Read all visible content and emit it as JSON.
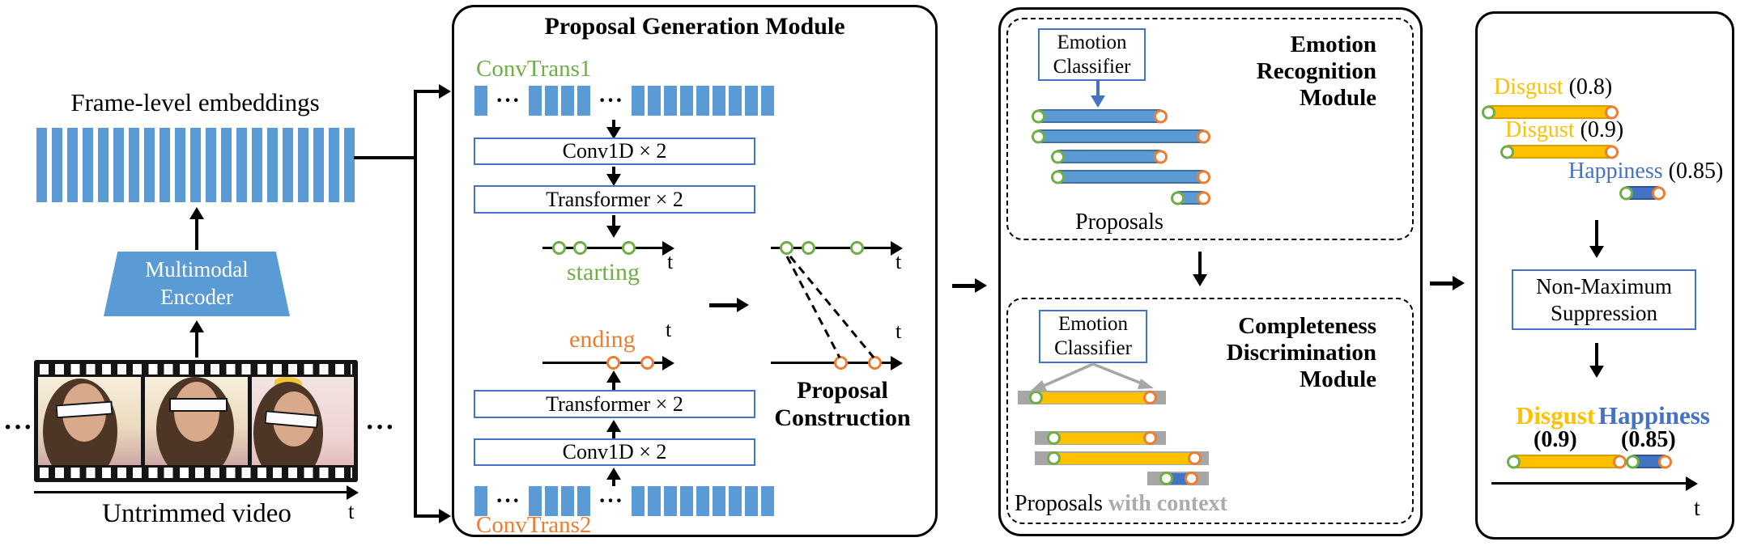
{
  "figure": {
    "type": "model-architecture-diagram"
  },
  "colors": {
    "bar_blue": "#5B9BD5",
    "dark_blue": "#4472C4",
    "green": "#70AD47",
    "orange": "#ED7D31",
    "yellow": "#FFC000",
    "gray": "#A6A6A6"
  },
  "left": {
    "embeddings_label": "Frame-level embeddings",
    "embedding_bar_count": 21,
    "encoder_line1": "Multimodal",
    "encoder_line2": "Encoder",
    "video_label": "Untrimmed video",
    "t_label": "t",
    "ellipsis": "···"
  },
  "pgm": {
    "title": "Proposal Generation Module",
    "convtrans1_label": "ConvTrans1",
    "convtrans2_label": "ConvTrans2",
    "bar_groups": [
      1,
      4,
      9
    ],
    "ellipsis": "···",
    "conv_box_label": "Conv1D × 2",
    "transformer_box_label": "Transformer × 2",
    "starting_label": "starting",
    "ending_label": "ending",
    "t_label": "t",
    "construction_line1": "Proposal",
    "construction_line2": "Construction"
  },
  "erm": {
    "title_line1": "Emotion",
    "title_line2": "Recognition",
    "title_line3": "Module",
    "classifier_label": "Emotion Classifier",
    "proposals_label": "Proposals"
  },
  "cdm": {
    "title_line1": "Completeness",
    "title_line2": "Discrimination",
    "title_line3": "Module",
    "classifier_label": "Emotion Classifier",
    "proposals_label": "Proposals",
    "context_label": " with context"
  },
  "output": {
    "detections": [
      {
        "label": "Disgust",
        "score": "(0.8)"
      },
      {
        "label": "Disgust",
        "score": "(0.9)"
      },
      {
        "label": "Happiness",
        "score": "(0.85)"
      }
    ],
    "nms_line1": "Non-Maximum",
    "nms_line2": "Suppression",
    "final_left": {
      "label": "Disgust",
      "score": "(0.9)"
    },
    "final_right": {
      "label": "Happiness",
      "score": "(0.85)"
    },
    "t_label": "t"
  }
}
